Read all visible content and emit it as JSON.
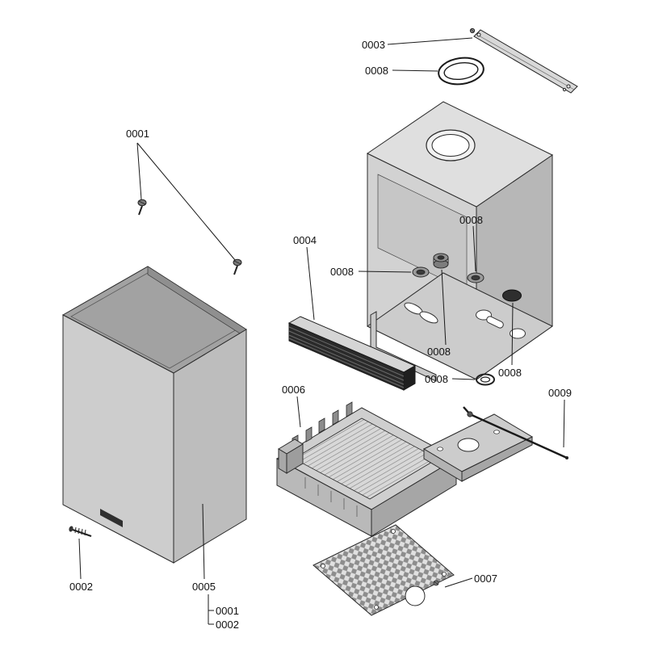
{
  "diagram": {
    "background": "#ffffff",
    "line_color": "#1a1a1a",
    "part_fill_light": "#dedede",
    "part_fill_medium": "#c3c3c3",
    "part_fill_dark": "#2b2b2b"
  },
  "callouts": [
    {
      "text": "0003"
    },
    {
      "text": "0008"
    },
    {
      "text": "0001"
    },
    {
      "text": "0004"
    },
    {
      "text": "0008"
    },
    {
      "text": "0008"
    },
    {
      "text": "0008"
    },
    {
      "text": "0008"
    },
    {
      "text": "0008"
    },
    {
      "text": "0006"
    },
    {
      "text": "0009"
    },
    {
      "text": "0002"
    },
    {
      "text": "0005"
    },
    {
      "text": "0001"
    },
    {
      "text": "0002"
    },
    {
      "text": "0007"
    }
  ]
}
